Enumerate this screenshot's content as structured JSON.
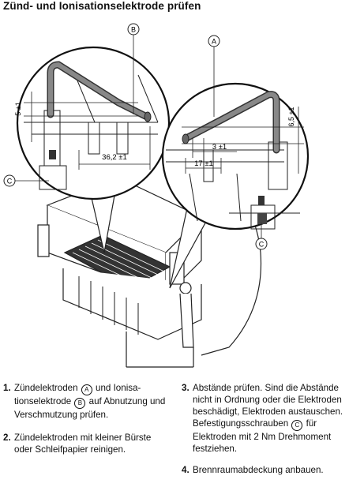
{
  "title": "Zünd- und Ionisationselektrode prüfen",
  "callouts": {
    "b": "B",
    "a": "A",
    "c_left": "C",
    "c_right": "C"
  },
  "dims": {
    "d5": "5 ±1",
    "d36": "36,2 ±1",
    "d65": "6,5 ±1",
    "d3": "3 ±1",
    "d17": "17 ±1"
  },
  "steps": [
    {
      "num": "1.",
      "t1": "Zündelektroden ",
      "c1": "A",
      "t2": " und Ionisa-tionselektrode ",
      "c2": "B",
      "t3": " auf Abnutzung und Verschmutzung prüfen."
    },
    {
      "num": "2.",
      "t1": "Zündelektroden mit kleiner Bürste oder Schleifpapier reinigen."
    },
    {
      "num": "3.",
      "t1": "Abstände prüfen. Sind die Abstände nicht in Ordnung oder die Elektroden beschädigt, Elektroden austauschen. Befestigungsschrauben ",
      "c1": "C",
      "t2": " für Elektroden mit 2 Nm Drehmoment festziehen."
    },
    {
      "num": "4.",
      "t1": "Brennraumabdeckung anbauen."
    }
  ]
}
